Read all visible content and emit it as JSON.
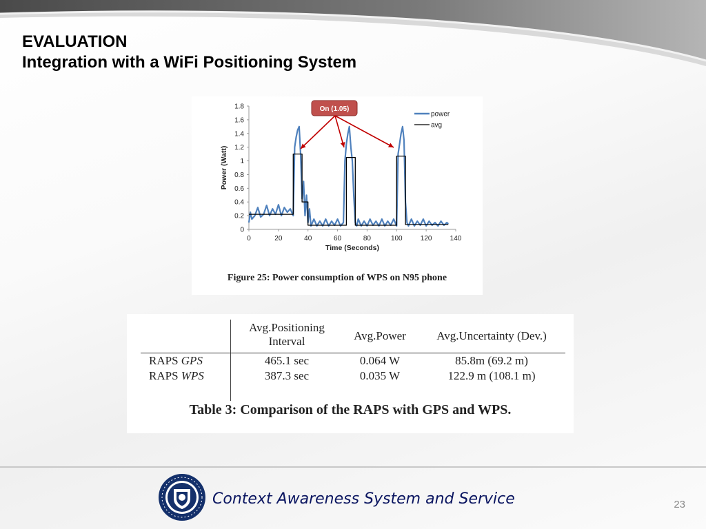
{
  "slide": {
    "title_line1": "EVALUATION",
    "title_line2": "Integration with a WiFi Positioning System",
    "footer_title": "Context Awareness System and Service",
    "page_number": "23"
  },
  "figure": {
    "caption": "Figure 25: Power consumption of WPS on N95 phone",
    "callout": "On (1.05)"
  },
  "chart_data": {
    "type": "line",
    "xlabel": "Time (Seconds)",
    "ylabel": "Power (Watt)",
    "xlim": [
      0,
      140
    ],
    "ylim": [
      0,
      1.8
    ],
    "x_ticks": [
      "0",
      "20",
      "40",
      "60",
      "80",
      "100",
      "120",
      "140"
    ],
    "y_ticks": [
      "0",
      "0.2",
      "0.4",
      "0.6",
      "0.8",
      "1",
      "1.2",
      "1.4",
      "1.6",
      "1.8"
    ],
    "legend": [
      "power",
      "avg"
    ],
    "legend_position": "top-right",
    "annotation": "On (1.05)",
    "series": [
      {
        "name": "power",
        "color": "#4f81bd",
        "x": [
          0,
          1,
          2,
          4,
          6,
          8,
          10,
          12,
          14,
          16,
          18,
          20,
          22,
          24,
          26,
          28,
          30,
          31,
          32,
          33,
          34,
          35,
          36,
          37,
          38,
          39,
          40,
          41,
          42,
          44,
          46,
          48,
          50,
          52,
          54,
          56,
          58,
          60,
          62,
          64,
          65,
          66,
          67,
          68,
          69,
          70,
          71,
          72,
          73,
          74,
          76,
          78,
          80,
          82,
          84,
          86,
          88,
          90,
          92,
          94,
          96,
          98,
          100,
          101,
          102,
          103,
          104,
          105,
          106,
          107,
          108,
          110,
          112,
          114,
          116,
          118,
          120,
          122,
          124,
          126,
          128,
          130,
          132,
          134,
          135
        ],
        "y": [
          0.1,
          0.25,
          0.15,
          0.2,
          0.32,
          0.18,
          0.22,
          0.35,
          0.2,
          0.3,
          0.22,
          0.36,
          0.2,
          0.32,
          0.25,
          0.3,
          0.2,
          1.2,
          1.35,
          1.45,
          1.5,
          1.1,
          0.45,
          0.7,
          0.2,
          0.5,
          0.1,
          0.3,
          0.05,
          0.15,
          0.05,
          0.12,
          0.05,
          0.15,
          0.05,
          0.12,
          0.06,
          0.15,
          0.05,
          0.1,
          1.0,
          1.25,
          1.4,
          1.5,
          1.2,
          1.0,
          0.5,
          0.1,
          0.05,
          0.15,
          0.05,
          0.12,
          0.05,
          0.15,
          0.06,
          0.12,
          0.05,
          0.15,
          0.05,
          0.12,
          0.06,
          0.15,
          0.05,
          1.1,
          1.25,
          1.4,
          1.5,
          1.3,
          0.4,
          0.1,
          0.05,
          0.15,
          0.05,
          0.12,
          0.06,
          0.15,
          0.05,
          0.12,
          0.06,
          0.1,
          0.05,
          0.12,
          0.06,
          0.1,
          0.08
        ]
      },
      {
        "name": "avg",
        "color": "#000000",
        "x": [
          0,
          30,
          30,
          36,
          36,
          40,
          40,
          66,
          66,
          72,
          72,
          100,
          100,
          106,
          106,
          135
        ],
        "y": [
          0.22,
          0.22,
          1.1,
          1.1,
          0.4,
          0.4,
          0.06,
          0.06,
          1.05,
          1.05,
          0.06,
          0.06,
          1.07,
          1.07,
          0.07,
          0.07
        ]
      }
    ]
  },
  "table": {
    "caption": "Table 3: Comparison of the RAPS with GPS and WPS.",
    "headers": [
      "",
      "Avg.Positioning",
      "Interval",
      "Avg.Power",
      "Avg.Uncertainty (Dev.)"
    ],
    "rows": [
      {
        "label": "RAPS",
        "label_italic": "GPS",
        "interval": "465.1 sec",
        "power": "0.064 W",
        "uncertainty": "85.8m (69.2 m)"
      },
      {
        "label": "RAPS",
        "label_italic": "WPS",
        "interval": "387.3 sec",
        "power": "0.035 W",
        "uncertainty": "122.9 m (108.1 m)"
      }
    ]
  },
  "colors": {
    "footer_title": "#0a1560",
    "logo": "#14306b",
    "callout": "#c0504d",
    "arrow": "#c00000"
  },
  "icons": {
    "logo": "university-seal-icon"
  }
}
